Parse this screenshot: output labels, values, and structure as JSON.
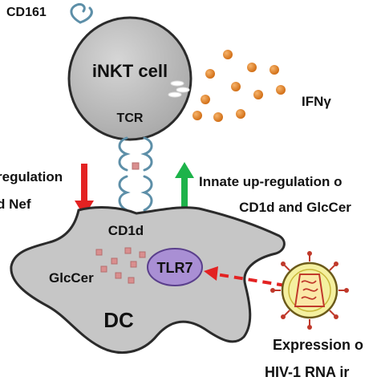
{
  "labels": {
    "cd161": "CD161",
    "inkt_cell": "iNKT cell",
    "ifng": "IFNγ",
    "tcr": "TCR",
    "left_line1": "regulation",
    "left_line2": "d Nef",
    "right_line1": "Innate up-regulation o",
    "right_line2": "CD1d and GlcCer",
    "cd1d": "CD1d",
    "glccer": "GlcCer",
    "tlr7": "TLR7",
    "dc": "DC",
    "bottom_line1": "Expression o",
    "bottom_line2": "HIV-1 RNA ir"
  },
  "colors": {
    "cell_fill": "#bdbdbd",
    "receptor_stroke": "#5d8fa8",
    "cytokine_fill": "#e8862a",
    "glccer_fill": "#d98f8f",
    "tlr7_fill": "#a98fd4",
    "down_arrow": "#e32222",
    "up_arrow": "#1db34a",
    "virus_arrow": "#e32222",
    "virus_shell": "#f4f0a0",
    "virus_spike": "#c0392b"
  }
}
